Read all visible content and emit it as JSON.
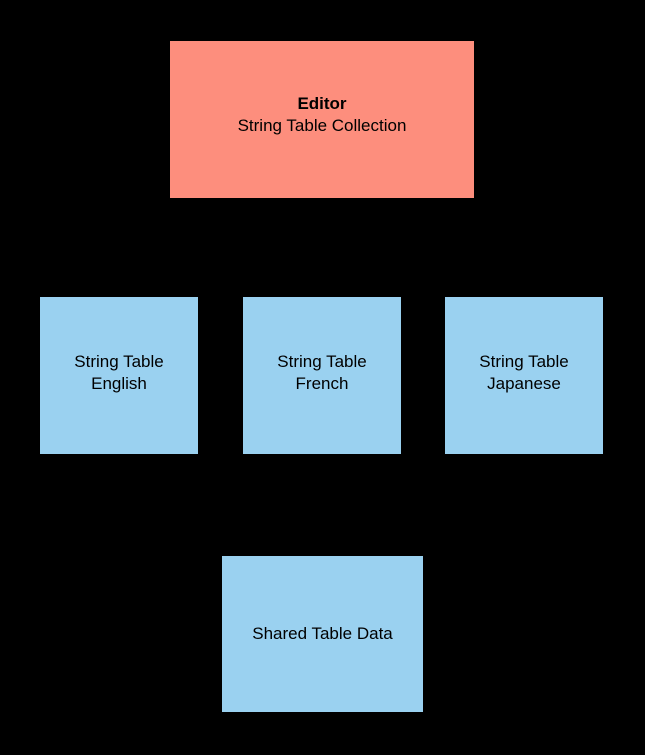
{
  "page": {
    "background_color": "#000000",
    "text_color": "#000000"
  },
  "diagram": {
    "node_fill_salmon": "#FD8E7D",
    "node_fill_blue": "#9AD1F0",
    "nodes": {
      "editor": {
        "line1": "Editor",
        "line2": "String Table Collection"
      },
      "english": {
        "line1": "String Table",
        "line2": "English"
      },
      "french": {
        "line1": "String Table",
        "line2": "French"
      },
      "japanese": {
        "line1": "String Table",
        "line2": "Japanese"
      },
      "shared": {
        "line1": "Shared Table Data"
      }
    }
  }
}
